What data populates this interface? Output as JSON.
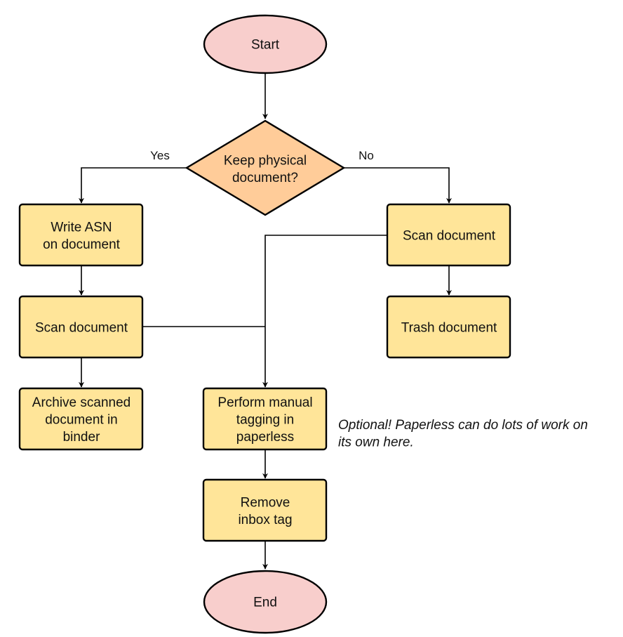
{
  "colors": {
    "terminal_fill": "#f8cecc",
    "decision_fill": "#ffcc99",
    "process_fill": "#ffe599",
    "stroke": "#000000"
  },
  "nodes": {
    "start": {
      "lines": [
        "Start"
      ]
    },
    "decision": {
      "lines": [
        "Keep physical",
        "document?"
      ]
    },
    "write_asn": {
      "lines": [
        "Write ASN",
        "on document"
      ]
    },
    "scan_left": {
      "lines": [
        "Scan document"
      ]
    },
    "archive": {
      "lines": [
        "Archive scanned",
        "document in",
        "binder"
      ]
    },
    "scan_right": {
      "lines": [
        "Scan document"
      ]
    },
    "trash": {
      "lines": [
        "Trash document"
      ]
    },
    "manual_tagging": {
      "lines": [
        "Perform manual",
        "tagging in",
        "paperless"
      ]
    },
    "remove_tag": {
      "lines": [
        "Remove",
        "inbox tag"
      ]
    },
    "end": {
      "lines": [
        "End"
      ]
    }
  },
  "edges": {
    "yes_label": "Yes",
    "no_label": "No"
  },
  "note": {
    "lines": [
      "Optional! Paperless can do lots of work on",
      "its own here."
    ]
  }
}
